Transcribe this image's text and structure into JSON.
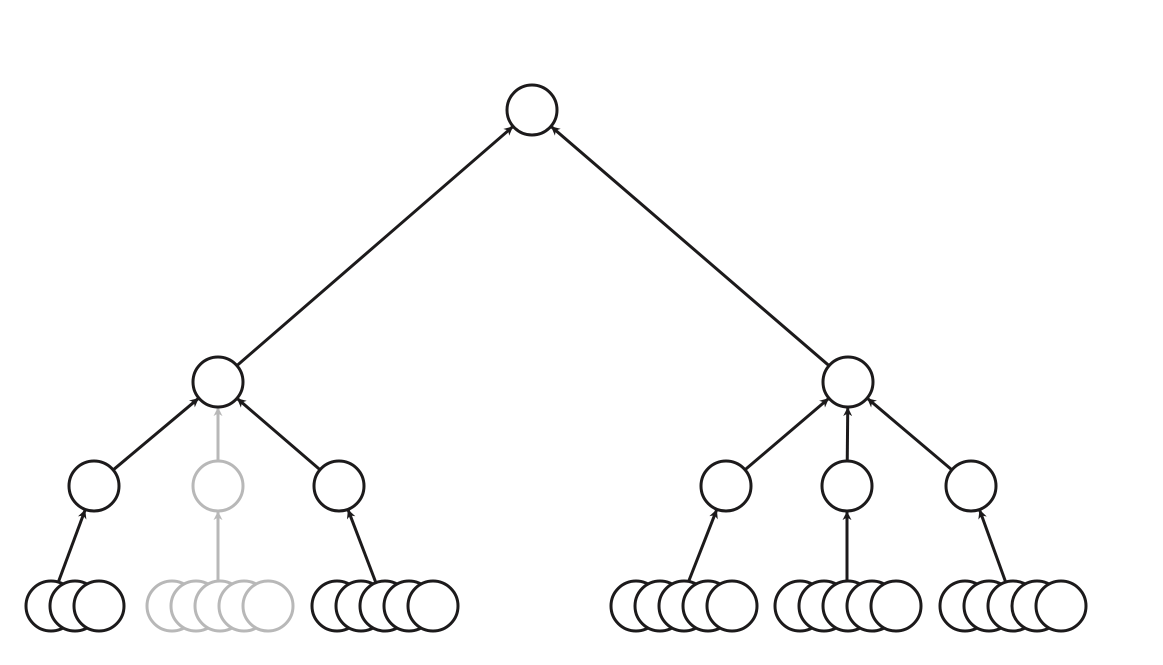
{
  "diagram": {
    "kind": "hierarchical-tree",
    "edge_direction": "child-to-parent",
    "colors": {
      "active": "#1c1a1b",
      "inactive": "#b8b8b8",
      "background": "#ffffff"
    },
    "root": {
      "id": "root",
      "status": "active",
      "children": [
        {
          "id": "l1-left",
          "status": "active",
          "children": [
            {
              "id": "l2-left-1",
              "status": "active",
              "leaf_count": 3
            },
            {
              "id": "l2-left-2",
              "status": "inactive",
              "leaf_count": 5
            },
            {
              "id": "l2-left-3",
              "status": "active",
              "leaf_count": 5
            }
          ]
        },
        {
          "id": "l1-right",
          "status": "active",
          "children": [
            {
              "id": "l2-right-1",
              "status": "active",
              "leaf_count": 5
            },
            {
              "id": "l2-right-2",
              "status": "active",
              "leaf_count": 5
            },
            {
              "id": "l2-right-3",
              "status": "active",
              "leaf_count": 5
            }
          ]
        }
      ]
    }
  }
}
